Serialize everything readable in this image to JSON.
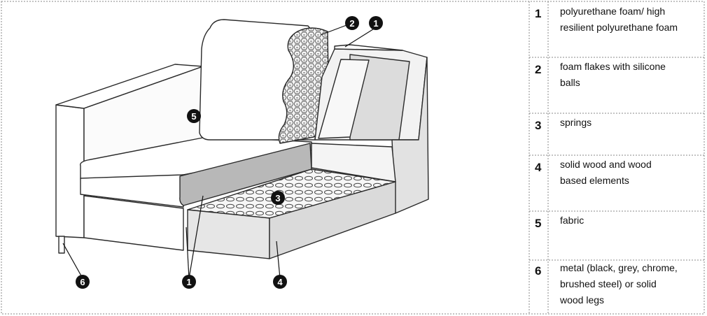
{
  "legend": [
    {
      "number": "1",
      "text": "polyurethane foam/ high\nresilient polyurethane foam"
    },
    {
      "number": "2",
      "text": "foam flakes with silicone\nballs"
    },
    {
      "number": "3",
      "text": "springs"
    },
    {
      "number": "4",
      "text": " solid wood and wood\nbased elements"
    },
    {
      "number": "5",
      "text": "fabric"
    },
    {
      "number": "6",
      "text": "metal (black, grey, chrome,\nbrushed steel) or  solid\nwood legs"
    }
  ],
  "callouts": {
    "foam": "1",
    "flakes": "2",
    "springs": "3",
    "wood": "4",
    "fabric": "5",
    "legs": "6"
  },
  "colors": {
    "line": "#2a2a2a",
    "panel_gray": "#b8b8b8",
    "light_gray": "#e6e6e6",
    "bubble": "#111111",
    "border_dash": "#888888"
  }
}
